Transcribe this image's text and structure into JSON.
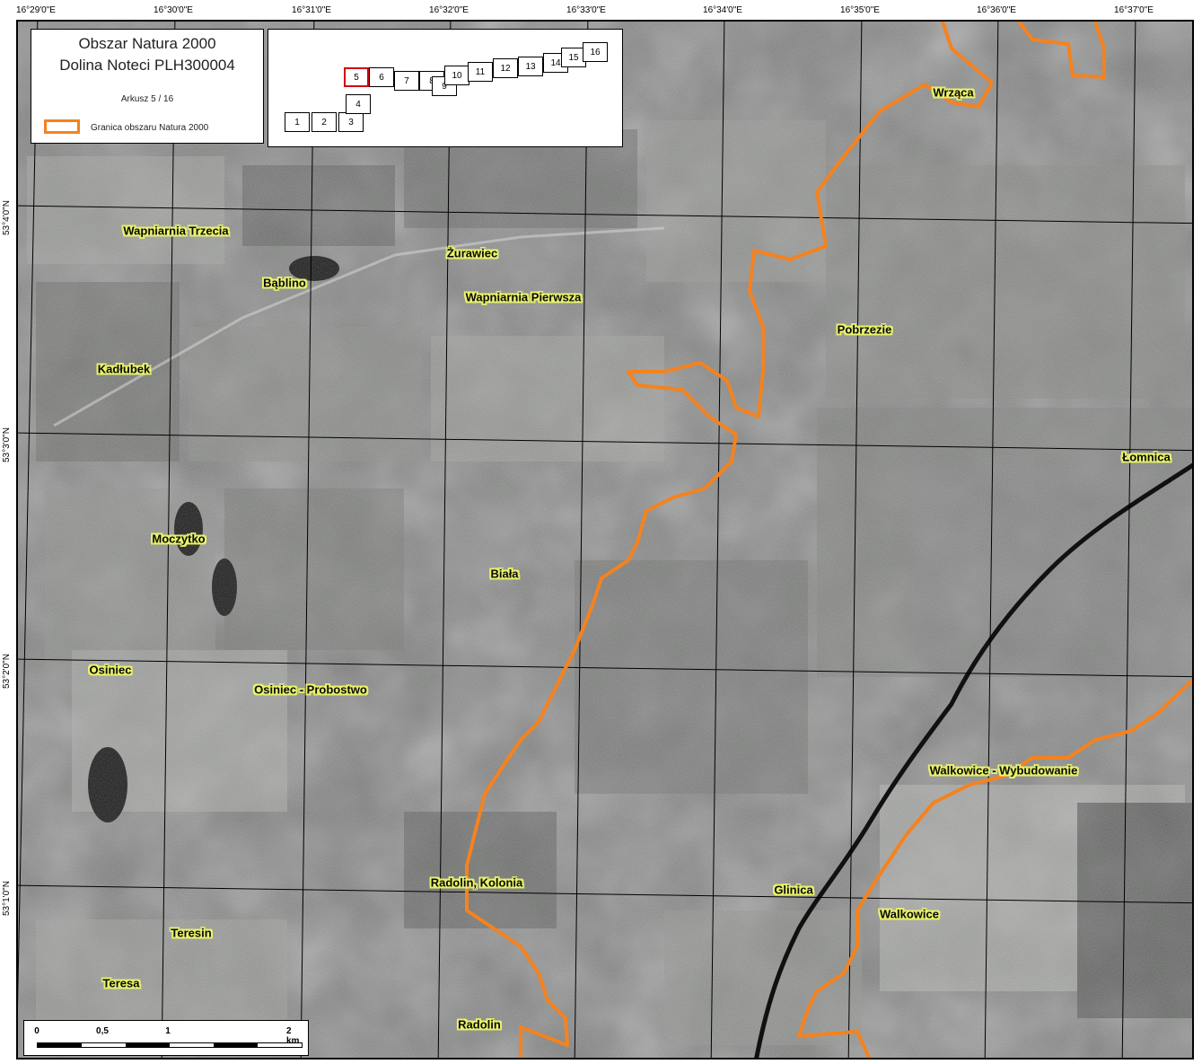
{
  "legend": {
    "title_line1": "Obszar Natura 2000",
    "title_line2": "Dolina Noteci PLH300004",
    "sheet_label": "Arkusz 5 / 16",
    "boundary_label": "Granica obszaru Natura 2000",
    "boundary_color": "#f5821f"
  },
  "index_map": {
    "active_sheet": "5",
    "active_color": "#d0021b",
    "sheets": [
      "1",
      "2",
      "3",
      "4",
      "5",
      "6",
      "7",
      "8",
      "9",
      "10",
      "11",
      "12",
      "13",
      "14",
      "15",
      "16"
    ]
  },
  "coordinates": {
    "top_longitudes": [
      "16°29'0\"E",
      "16°30'0\"E",
      "16°31'0\"E",
      "16°32'0\"E",
      "16°33'0\"E",
      "16°34'0\"E",
      "16°35'0\"E",
      "16°36'0\"E",
      "16°37'0\"E"
    ],
    "left_latitudes": [
      "53°4'0\"N",
      "53°3'0\"N",
      "53°2'0\"N",
      "53°1'0\"N"
    ]
  },
  "places": [
    "Wapniarnia Trzecia",
    "Żurawiec",
    "Bąblino",
    "Wapniarnia Pierwsza",
    "Kadłubek",
    "Pobrzezie",
    "Wrząca",
    "Łomnica",
    "Moczytko",
    "Biała",
    "Osiniec",
    "Osiniec - Probostwo",
    "Walkowice - Wybudowanie",
    "Radolin, Kolonia",
    "Glinica",
    "Walkowice",
    "Teresin",
    "Teresa",
    "Radolin"
  ],
  "scale": {
    "labels": [
      "0",
      "0,5",
      "1",
      "2"
    ],
    "unit": "km"
  },
  "colors": {
    "boundary": "#f5821f",
    "river": "#111111",
    "grid": "#000000",
    "label_halo": "#e9f26a"
  }
}
